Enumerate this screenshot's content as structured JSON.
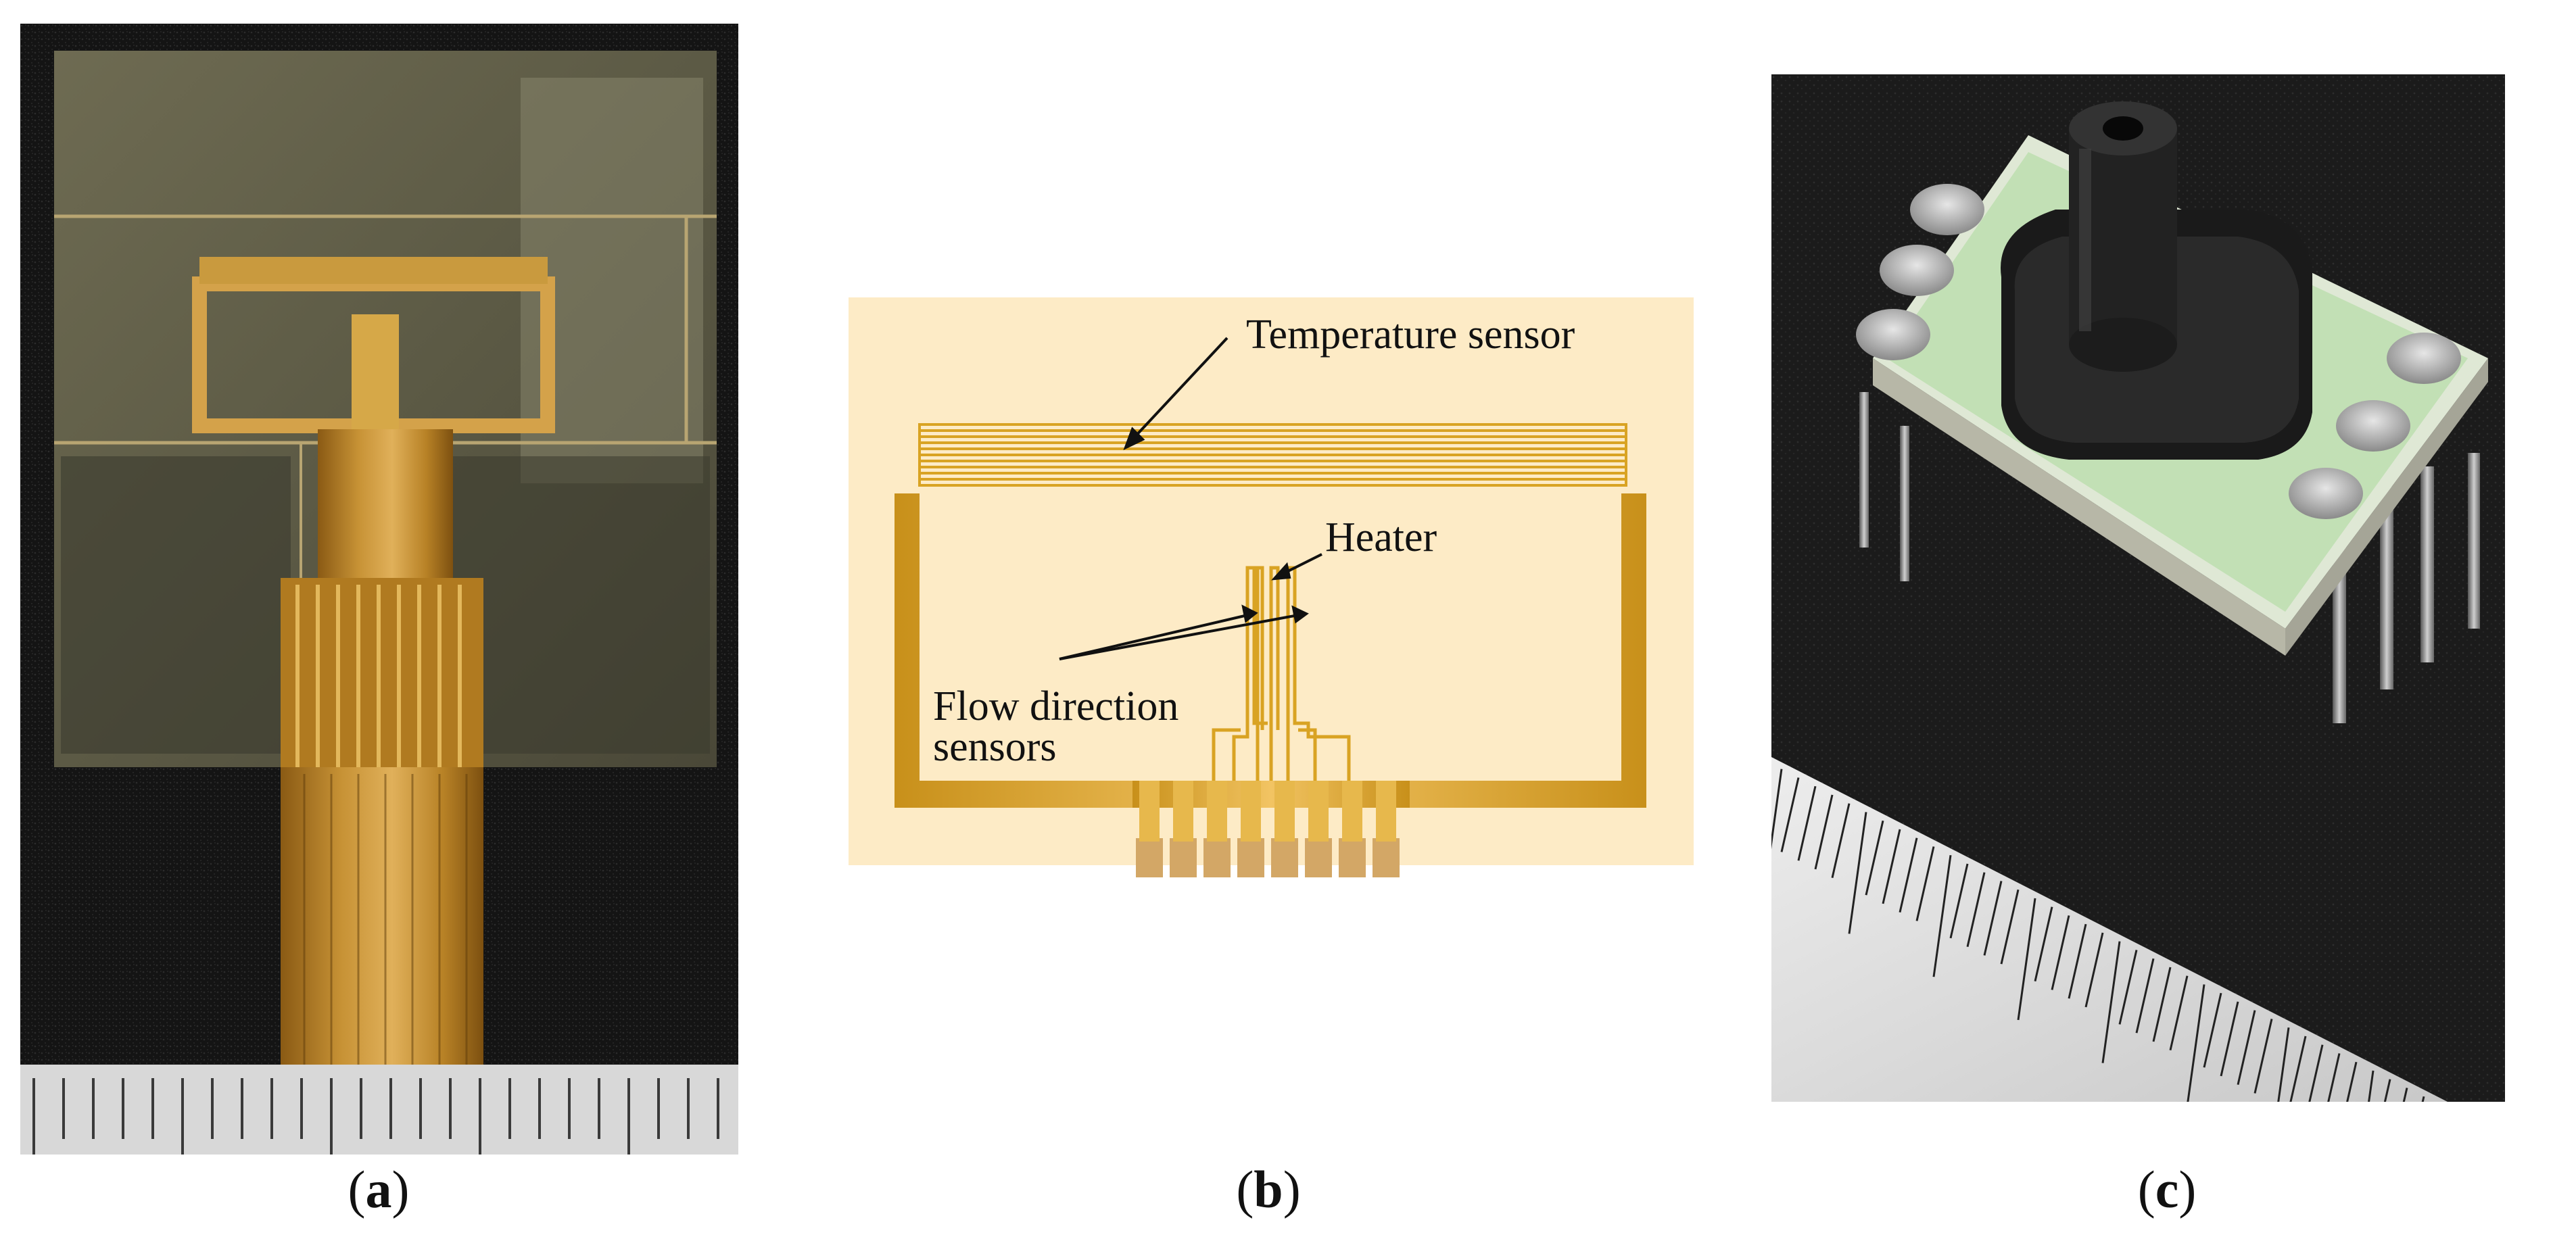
{
  "figure": {
    "panels": [
      {
        "id": "a",
        "caption_open": "(",
        "caption_letter": "a",
        "caption_close": ")"
      },
      {
        "id": "b",
        "caption_open": "(",
        "caption_letter": "b",
        "caption_close": ")"
      },
      {
        "id": "c",
        "caption_open": "(",
        "caption_letter": "c",
        "caption_close": ")"
      }
    ],
    "diagram_b": {
      "labels": {
        "temperature_sensor": "Temperature sensor",
        "heater": "Heater",
        "flow_line1": "Flow direction",
        "flow_line2": "sensors"
      },
      "colors": {
        "background": "#fdebc6",
        "gold": "#d9a323",
        "pad": "#d3a766"
      }
    }
  }
}
